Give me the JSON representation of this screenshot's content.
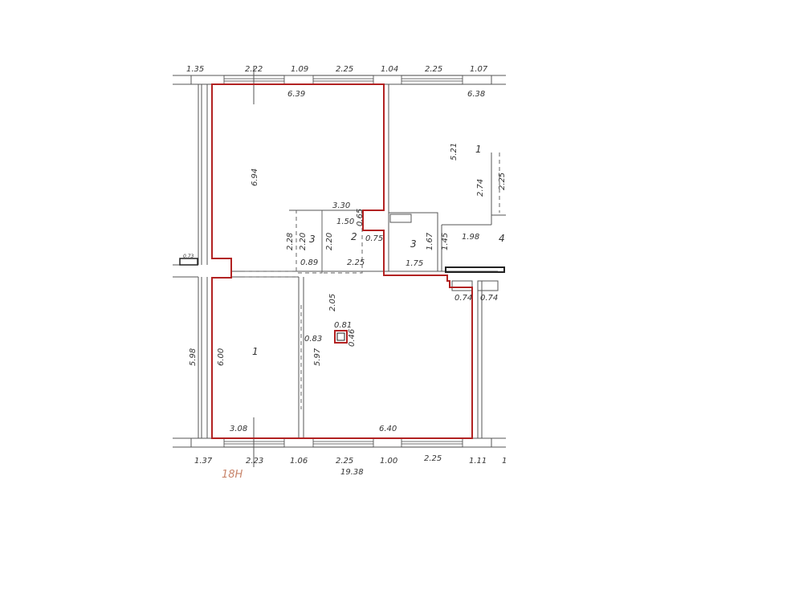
{
  "plan": {
    "label": "18H",
    "total_length": "19.38",
    "top_dims": [
      "1.35",
      "2.22",
      "1.09",
      "2.25",
      "1.04",
      "2.25",
      "1.07"
    ],
    "bottom_dims": [
      "1.37",
      "2.23",
      "1.06",
      "2.25",
      "1.00",
      "2.25",
      "1.11",
      "1"
    ],
    "inner": {
      "d639": "6.39",
      "d638": "6.38",
      "d694": "6.94",
      "d521": "5.21",
      "r1a": "1",
      "d274": "2.74",
      "d225a": "2.25",
      "d330": "3.30",
      "d150": "1.50",
      "d065": "0.65",
      "r2": "2",
      "d075": "0.75",
      "d228": "2.28",
      "d220a": "2.20",
      "r3a": "3",
      "d220b": "2.20",
      "r3": "3",
      "d167": "1.67",
      "d198": "1.98",
      "d145": "1.45",
      "r4": "4",
      "d089": "0.89",
      "d225b": "2.25",
      "d175": "1.75",
      "d074a": "0.74",
      "d074b": "0.74",
      "d073": "0.73",
      "d205": "2.05",
      "d081": "0.81",
      "d083": "0.83",
      "d046": "0.46",
      "d598": "5.98",
      "d600": "6.00",
      "r1": "1",
      "d597": "5.97",
      "d308": "3.08",
      "d640": "6.40"
    },
    "colors": {
      "outline": "#b22222",
      "walls": "#555555",
      "plan_label": "#c8846a"
    }
  }
}
